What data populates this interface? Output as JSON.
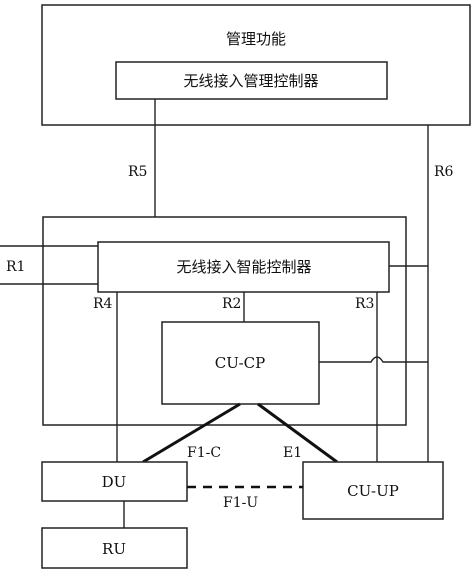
{
  "mgmt_function": {
    "label": "管理功能"
  },
  "non_rt_ric": {
    "label": "无线接入管理控制器"
  },
  "near_rt_ric": {
    "label": "无线接入智能控制器"
  },
  "cu_cp": {
    "label": "CU-CP"
  },
  "du": {
    "label": "DU"
  },
  "cu_up": {
    "label": "CU-UP"
  },
  "ru": {
    "label": "RU"
  },
  "interfaces": {
    "r1": "R1",
    "r2": "R2",
    "r3": "R3",
    "r4": "R4",
    "r5": "R5",
    "r6": "R6",
    "f1c": "F1-C",
    "f1u": "F1-U",
    "e1": "E1"
  }
}
